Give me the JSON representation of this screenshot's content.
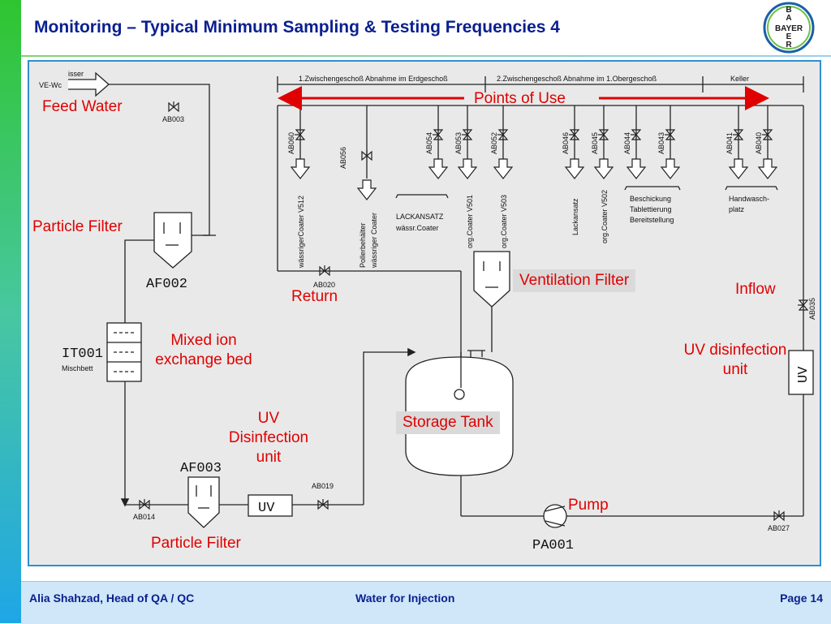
{
  "slide": {
    "title": "Monitoring – Typical Minimum Sampling  & Testing Frequencies 4",
    "logo_text": "BAYER",
    "accent_color": "#0a1f8f",
    "label_color": "#e00000",
    "panel_border_color": "#2f8fd0"
  },
  "diagram": {
    "headers": {
      "floor1": "1.Zwischengeschoß  Abnahme  im  Erdgeschoß",
      "floor2": "2.Zwischengeschoß  Abnahme  im  1.Obergeschoß",
      "cellar": "Keller"
    },
    "inlet": {
      "top": "isser",
      "bottom": "VE-Wc"
    },
    "valves": [
      "AB003",
      "AB060",
      "AB056",
      "AB054",
      "AB053",
      "AB052",
      "AB046",
      "AB045",
      "AB044",
      "AB043",
      "AB041",
      "AB040",
      "AB020",
      "AB035",
      "AB014",
      "AB019",
      "AB027"
    ],
    "consumers": {
      "v512": "wässrigerCoater V512",
      "poller": "Pollerbehälter",
      "poller2": "wässriger Coater",
      "lackansatz1": "LACKANSATZ",
      "lackansatz2": "wässr.Coater",
      "v501": "org.Coater V501",
      "v503": "org.Coater V503",
      "lackansatz_small": "Lackansatz",
      "v502": "org.Coater V502",
      "besch1": "Beschickung",
      "besch2": "Tablettierung",
      "besch3": "Bereitstellung",
      "hand1": "Handwasch-",
      "hand2": "platz"
    },
    "equipment": {
      "af002": "AF002",
      "af003": "AF003",
      "it001": "IT001",
      "it001_sub": "Mischbett",
      "uv": "UV",
      "pa001": "PA001"
    }
  },
  "labels": {
    "feed_water": "Feed Water",
    "particle_filter_top": "Particle Filter",
    "mixed_ion": "Mixed ion exchange bed",
    "uv_disinfection_left": "UV Disinfection unit",
    "particle_filter_bottom": "Particle Filter",
    "return": "Return",
    "points_of_use": "Points of Use",
    "ventilation_filter": "Ventilation Filter",
    "storage_tank": "Storage Tank",
    "inflow": "Inflow",
    "uv_disinfection_right": "UV disinfection unit",
    "pump": "Pump"
  },
  "footer": {
    "author": "Alia Shahzad, Head of QA / QC",
    "topic": "Water for Injection",
    "page": "Page 14"
  }
}
